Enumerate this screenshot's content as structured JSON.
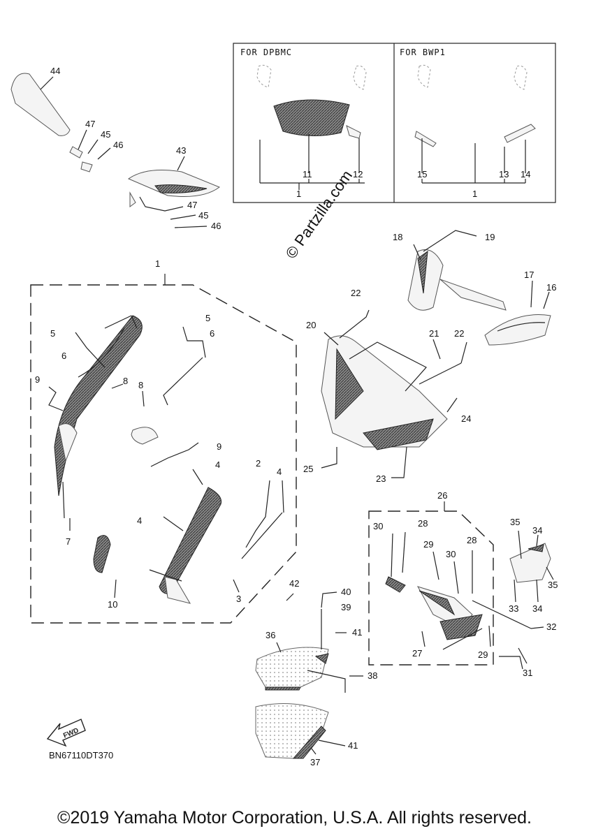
{
  "box_dpbmc": {
    "title": "FOR  DPBMC",
    "labels": [
      "11",
      "12",
      "1"
    ]
  },
  "box_bwp1": {
    "title": "FOR  BWP1",
    "labels": [
      "15",
      "13",
      "14",
      "1"
    ]
  },
  "watermark": "© Partzilla.com",
  "fwd_label": "FWD",
  "diagram_code": "BN67110DT370",
  "copyright": "©2019 Yamaha Motor Corporation, U.S.A. All rights reserved.",
  "callouts": {
    "c44": "44",
    "c47a": "47",
    "c45a": "45",
    "c46a": "46",
    "c43": "43",
    "c47b": "47",
    "c45b": "45",
    "c46b": "46",
    "c1": "1",
    "c5a": "5",
    "c6a": "6",
    "c9a": "9",
    "c8a": "8",
    "c8b": "8",
    "c5b": "5",
    "c6b": "6",
    "c9b": "9",
    "c4a": "4",
    "c2": "2",
    "c4b": "4",
    "c4c": "4",
    "c7": "7",
    "c10": "10",
    "c3": "3",
    "c18": "18",
    "c19": "19",
    "c17": "17",
    "c16": "16",
    "c22a": "22",
    "c20": "20",
    "c21": "21",
    "c22b": "22",
    "c24": "24",
    "c25": "25",
    "c23": "23",
    "c26": "26",
    "c30a": "30",
    "c28a": "28",
    "c29a": "29",
    "c30b": "30",
    "c28b": "28",
    "c35a": "35",
    "c34a": "34",
    "c35b": "35",
    "c33": "33",
    "c34b": "34",
    "c32": "32",
    "c27": "27",
    "c29b": "29",
    "c31": "31",
    "c42": "42",
    "c40": "40",
    "c39": "39",
    "c41a": "41",
    "c36": "36",
    "c38": "38",
    "c41b": "41",
    "c37": "37"
  }
}
